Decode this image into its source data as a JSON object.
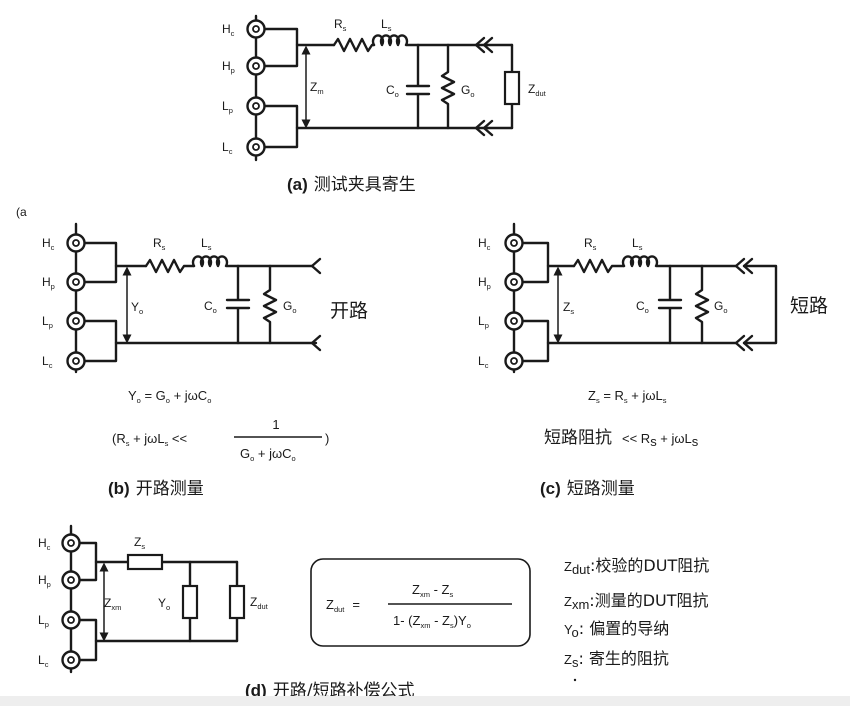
{
  "panel_a": {
    "caption_tag": "(a)",
    "caption": "测试夹具寄生",
    "terminals": [
      {
        "main": "H",
        "sub": "c"
      },
      {
        "main": "H",
        "sub": "p"
      },
      {
        "main": "L",
        "sub": "p"
      },
      {
        "main": "L",
        "sub": "c"
      }
    ],
    "rs": {
      "main": "R",
      "sub": "s"
    },
    "ls": {
      "main": "L",
      "sub": "s"
    },
    "zm": {
      "main": "Z",
      "sub": "m"
    },
    "co": {
      "main": "C",
      "sub": "o"
    },
    "go": {
      "main": "G",
      "sub": "o"
    },
    "zdut": {
      "main": "Z",
      "sub": "dut"
    }
  },
  "panel_b": {
    "corner_tag": "(a",
    "caption_tag": "(b)",
    "caption": "开路测量",
    "mode_label": "开路",
    "terminals": [
      {
        "main": "H",
        "sub": "c"
      },
      {
        "main": "H",
        "sub": "p"
      },
      {
        "main": "L",
        "sub": "p"
      },
      {
        "main": "L",
        "sub": "c"
      }
    ],
    "rs": {
      "main": "R",
      "sub": "s"
    },
    "ls": {
      "main": "L",
      "sub": "s"
    },
    "yo": {
      "main": "Y",
      "sub": "o"
    },
    "co": {
      "main": "C",
      "sub": "o"
    },
    "go": {
      "main": "G",
      "sub": "o"
    },
    "eq1": {
      "lhs": "Y",
      "lhs_sub": "o",
      "rhs_a": " = G",
      "rhs_a_sub": "o",
      "rhs_b": " + jωC",
      "rhs_b_sub": "o"
    },
    "eq2": {
      "open": "(R",
      "s1": "s",
      "mid": " + jωL",
      "s2": "s",
      "lt": " << ",
      "num": "1",
      "den_a": "G",
      "den_a_sub": "o",
      "den_b": " + jωC",
      "den_b_sub": "o",
      "close": ")"
    }
  },
  "panel_c": {
    "caption_tag": "(c)",
    "caption": "短路测量",
    "mode_label": "短路",
    "terminals": [
      {
        "main": "H",
        "sub": "c"
      },
      {
        "main": "H",
        "sub": "p"
      },
      {
        "main": "L",
        "sub": "p"
      },
      {
        "main": "L",
        "sub": "c"
      }
    ],
    "rs": {
      "main": "R",
      "sub": "s"
    },
    "ls": {
      "main": "L",
      "sub": "s"
    },
    "zs": {
      "main": "Z",
      "sub": "s"
    },
    "co": {
      "main": "C",
      "sub": "o"
    },
    "go": {
      "main": "G",
      "sub": "o"
    },
    "eq1": {
      "lhs": "Z",
      "lhs_sub": "s",
      "rhs_a": " = R",
      "rhs_a_sub": "s",
      "rhs_b": " + jωL",
      "rhs_b_sub": "s"
    },
    "eq2": {
      "cn": "短路阻抗",
      "lt": "<< R",
      "s1": "s",
      "mid": " + jωL",
      "s2": "s"
    }
  },
  "panel_d": {
    "caption_tag": "(d)",
    "caption": "开路/短路补偿公式",
    "terminals": [
      {
        "main": "H",
        "sub": "c"
      },
      {
        "main": "H",
        "sub": "p"
      },
      {
        "main": "L",
        "sub": "p"
      },
      {
        "main": "L",
        "sub": "c"
      }
    ],
    "zs": {
      "main": "Z",
      "sub": "s"
    },
    "zxm": {
      "main": "Z",
      "sub": "xm"
    },
    "yo": {
      "main": "Y",
      "sub": "o"
    },
    "zdut": {
      "main": "Z",
      "sub": "dut"
    },
    "formula": {
      "lhs": "Z",
      "lhs_sub": "dut",
      "eq": "=",
      "num_a": "Z",
      "num_a_sub": "xm",
      "num_b": " - Z",
      "num_b_sub": "s",
      "den_a": "1- (Z",
      "den_a_sub": "xm",
      "den_b": " - Z",
      "den_b_sub": "s",
      "den_c": ")Y",
      "den_c_sub": "o"
    },
    "legend": [
      {
        "sym": "Z",
        "sub": "dut",
        "text": ":校验的DUT阻抗"
      },
      {
        "sym": "Z",
        "sub": "xm",
        "text": ":测量的DUT阻抗"
      },
      {
        "sym": "Y",
        "sub": "o",
        "text": ": 偏置的导纳"
      },
      {
        "sym": "Z",
        "sub": "s",
        "text": ": 寄生的阻抗"
      }
    ]
  }
}
